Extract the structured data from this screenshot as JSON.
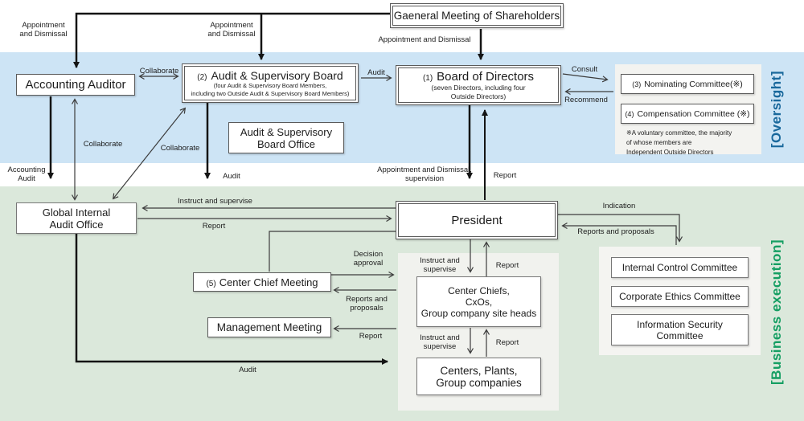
{
  "sections": {
    "oversight": "[Oversight]",
    "business_execution": "[Business execution]"
  },
  "nodes": {
    "shareholders": {
      "label": "Gaeneral Meeting of Shareholders"
    },
    "accounting_auditor": {
      "label": "Accounting Auditor"
    },
    "audit_supervisory_board": {
      "num": "(2)",
      "label": "Audit & Supervisory Board",
      "sub1": "(four Audit & Supervisory Board Members,",
      "sub2": "including two Outside Audit & Supervisory Board Members)"
    },
    "board_of_directors": {
      "num": "(1)",
      "label": "Board of Directors",
      "sub1": "(seven Directors, including four",
      "sub2": "Outside Directors)"
    },
    "nominating_committee": {
      "num": "(3)",
      "label": "Nominating Committee(※)"
    },
    "compensation_committee": {
      "num": "(4)",
      "label": "Compensation Committee (※)"
    },
    "committee_footnote": {
      "l1": "※A voluntary committee, the majority",
      "l2": "of whose members are",
      "l3": "Independent Outside Directors"
    },
    "asb_office": {
      "l1": "Audit & Supervisory",
      "l2": "Board Office"
    },
    "global_internal_audit_office": {
      "l1": "Global Internal",
      "l2": "Audit Office"
    },
    "president": {
      "label": "President"
    },
    "center_chief_meeting": {
      "num": "(5)",
      "label": "Center Chief Meeting"
    },
    "management_meeting": {
      "label": "Management Meeting"
    },
    "center_chiefs": {
      "l1": "Center Chiefs,",
      "l2": "CxOs,",
      "l3": "Group company site heads"
    },
    "centers_plants": {
      "l1": "Centers, Plants,",
      "l2": "Group companies"
    },
    "internal_control_committee": {
      "label": "Internal Control Committee"
    },
    "corporate_ethics_committee": {
      "label": "Corporate Ethics Committee"
    },
    "information_security_committee": {
      "l1": "Information Security",
      "l2": "Committee"
    }
  },
  "edges": {
    "appointment_and_dismissal": "Appointment and Dismissal",
    "collaborate": "Collaborate",
    "audit": "Audit",
    "accounting_audit": "Accounting Audit",
    "consult": "Consult",
    "recommend": "Recommend",
    "appointment_dismissal_supervision": "Appointment and Dismissal, supervision",
    "report": "Report",
    "instruct_and_supervise": "Instruct and supervise",
    "indication": "Indication",
    "reports_and_proposals": "Reports and proposals",
    "decision_approval": "Decision approval"
  },
  "colors": {
    "oversight_band": "#cde4f5",
    "business_band": "#dbe8db",
    "oversight_label": "#19689c",
    "business_label": "#149e62",
    "panel": "#f3f3f0",
    "arrow": "#141414"
  }
}
